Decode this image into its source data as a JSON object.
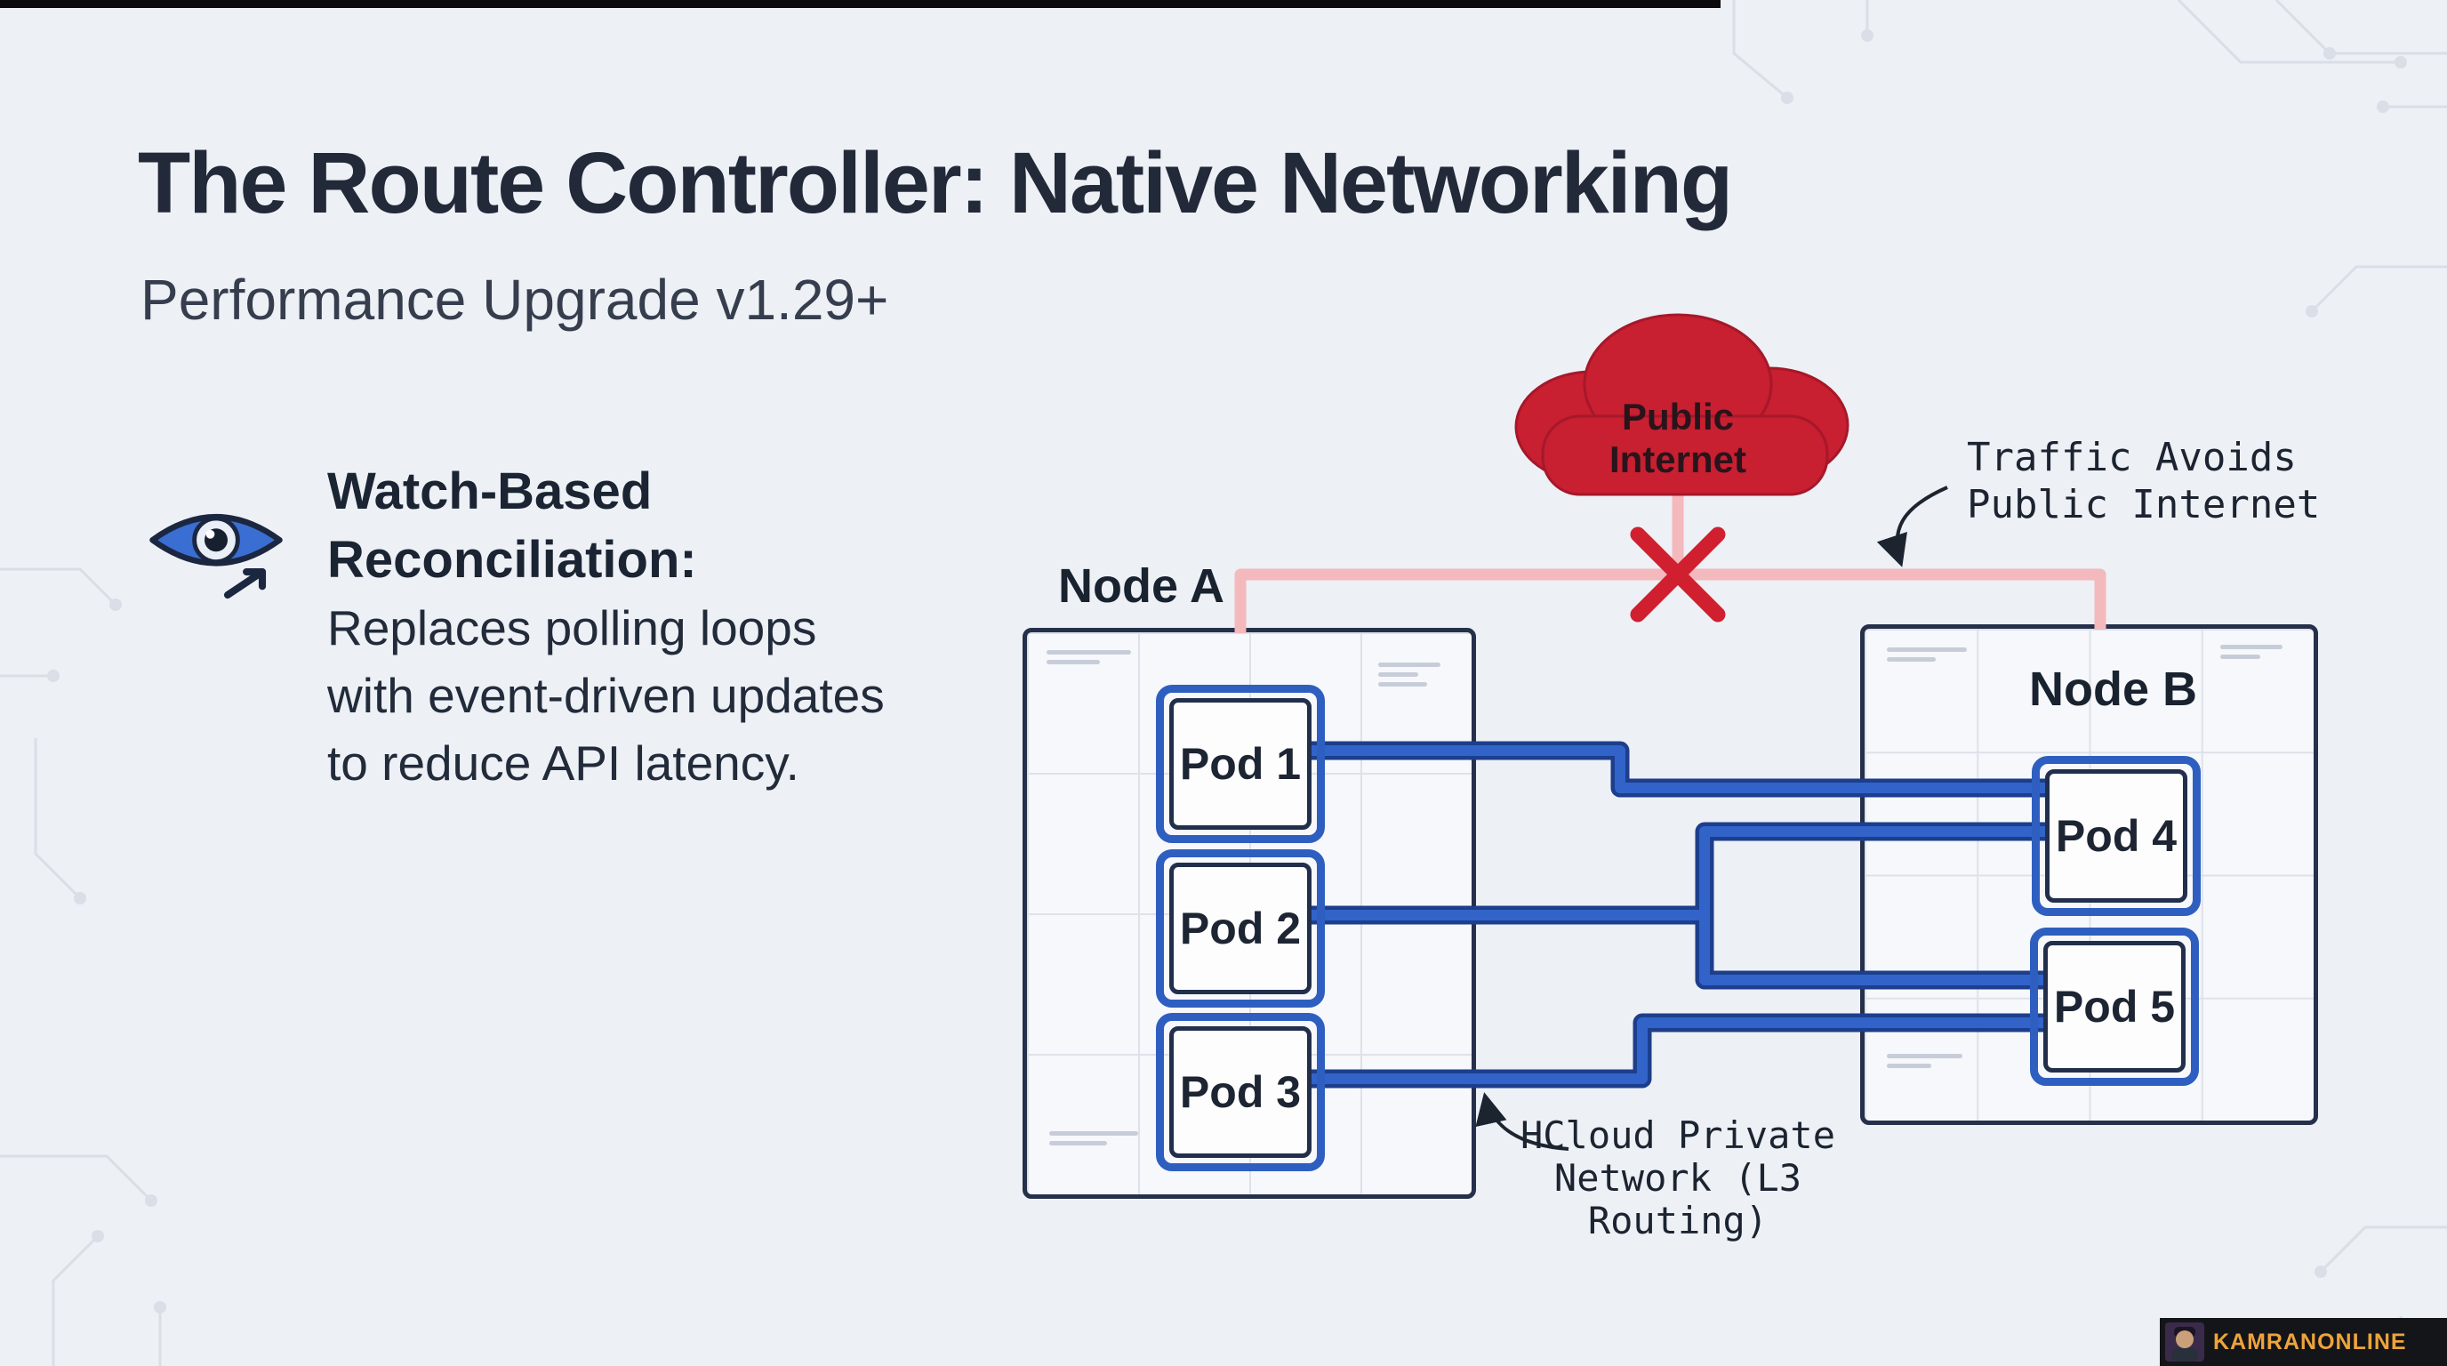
{
  "slide": {
    "title": "The Route Controller: Native Networking",
    "subtitle": "Performance Upgrade v1.29+"
  },
  "callout": {
    "heading": "Watch-Based\nReconciliation:",
    "body": "Replaces polling loops with event-driven updates to reduce API latency.",
    "icon": "eye-icon"
  },
  "diagram": {
    "cloud": {
      "label": "Public Internet",
      "color": "#c81f31"
    },
    "node_a": {
      "label": "Node A",
      "pods": [
        "Pod 1",
        "Pod 2",
        "Pod 3"
      ]
    },
    "node_b": {
      "label": "Node B",
      "pods": [
        "Pod 4",
        "Pod 5"
      ]
    },
    "annotations": {
      "traffic_avoids": "Traffic Avoids\nPublic Internet",
      "private_network": "HCloud Private\nNetwork (L3\nRouting)"
    },
    "colors": {
      "link": "#3263c8",
      "link_edge": "#1c3e8c",
      "blocked_x": "#d01f2f",
      "blocked_path": "#f3b9bd"
    }
  },
  "watermark": {
    "label": "KAMRANONLINE",
    "accent": "#eda43c"
  }
}
